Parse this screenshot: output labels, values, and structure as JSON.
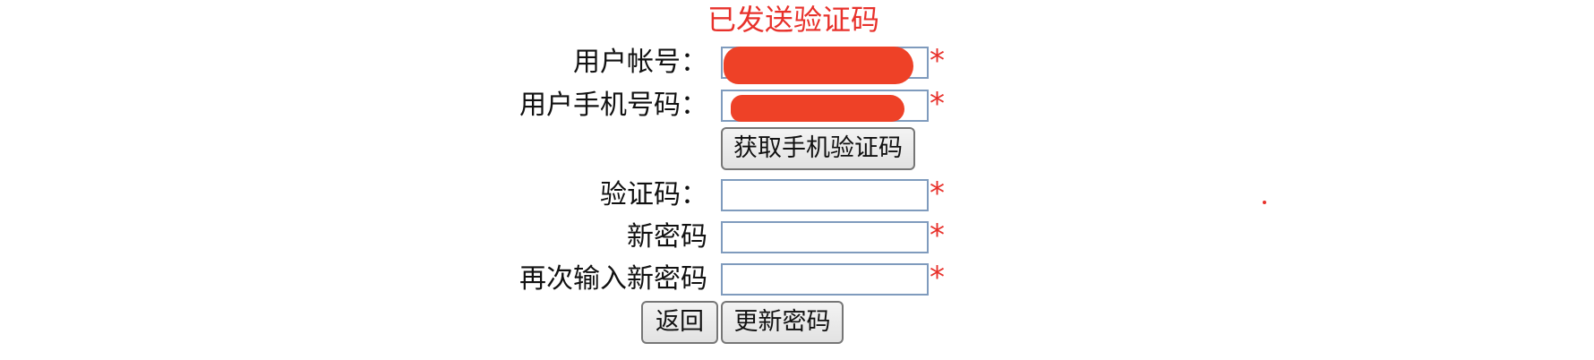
{
  "status_message": "已发送验证码",
  "form": {
    "account": {
      "label": "用户帐号：",
      "value": ""
    },
    "phone": {
      "label": "用户手机号码：",
      "value": ""
    },
    "get_code_button": "获取手机验证码",
    "code": {
      "label": "验证码：",
      "value": ""
    },
    "new_password": {
      "label": "新密码",
      "value": ""
    },
    "confirm_password": {
      "label": "再次输入新密码",
      "value": ""
    },
    "required_mark": "*",
    "back_button": "返回",
    "submit_button": "更新密码"
  },
  "colors": {
    "error_red": "#e8312b",
    "redaction": "#ee4127",
    "input_border": "#7f9bbd"
  }
}
